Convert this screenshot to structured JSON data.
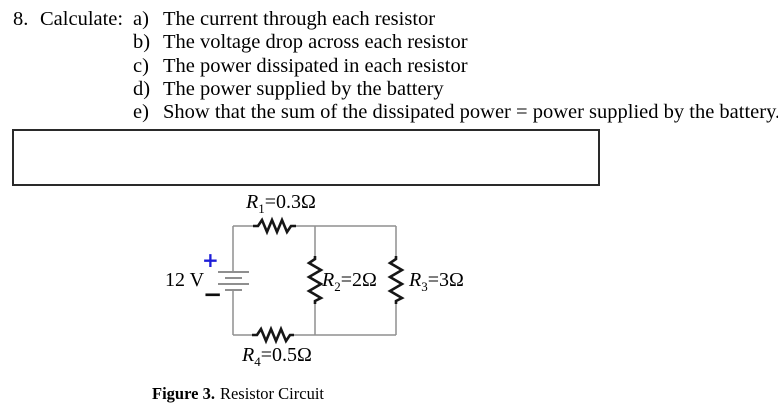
{
  "problem": {
    "number": "8.",
    "verb": "Calculate:",
    "items": [
      {
        "marker": "a)",
        "text": "The current through each resistor"
      },
      {
        "marker": "b)",
        "text": "The voltage drop across each resistor"
      },
      {
        "marker": "c)",
        "text": "The power dissipated in each resistor"
      },
      {
        "marker": "d)",
        "text": "The power supplied by the battery"
      },
      {
        "marker": "e)",
        "text": "Show that the sum of the dissipated power = power supplied by the battery."
      }
    ]
  },
  "answer_box": {
    "content": ""
  },
  "circuit": {
    "battery": {
      "voltage_label": "12 V",
      "plus_sign": "+",
      "minus_sign": "−"
    },
    "resistors": {
      "r1": {
        "symbol": "R",
        "sub": "1",
        "eq": "=0.3Ω"
      },
      "r2": {
        "symbol": "R",
        "sub": "2",
        "eq": "=2Ω"
      },
      "r3": {
        "symbol": "R",
        "sub": "3",
        "eq": "=3Ω"
      },
      "r4": {
        "symbol": "R",
        "sub": "4",
        "eq": "=0.5Ω"
      }
    },
    "colors": {
      "wire": "#8f8f8f",
      "resistor": "#161616",
      "plus_sign": "#1d1dd8",
      "text": "#000000"
    }
  },
  "caption": {
    "bold": "Figure 3.",
    "rest": "Resistor Circuit"
  }
}
